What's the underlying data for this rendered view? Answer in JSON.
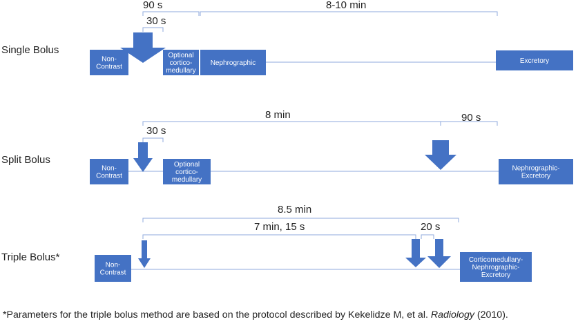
{
  "colors": {
    "phase_box": "#4472C4",
    "arrow": "#4472C4",
    "bracket": "#8FAADC",
    "axis_line": "#8FAADC",
    "text": "#222222"
  },
  "rows": [
    {
      "label": "Single Bolus",
      "boxes": [
        "Non-\nContrast",
        "Optional\ncortico-\nmedullary",
        "Nephrographic",
        "Excretory"
      ],
      "brackets": [
        "90 s",
        "30 s",
        "8-10 min"
      ]
    },
    {
      "label": "Split Bolus",
      "boxes": [
        "Non-\nContrast",
        "Optional\ncortico-\nmedullary",
        "Nephrographic-\nExcretory"
      ],
      "brackets": [
        "30 s",
        "8 min",
        "90 s"
      ]
    },
    {
      "label": "Triple Bolus*",
      "boxes": [
        "Non-\nContrast",
        "Corticomedullary-\nNephrographic-\nExcretory"
      ],
      "brackets": [
        "8.5 min",
        "7 min, 15 s",
        "20 s"
      ]
    }
  ],
  "footnote": {
    "before": "*Parameters for the triple bolus method are based on the protocol described by Kekelidze M, et al. ",
    "journal": "Radiology",
    "after": " (2010)."
  }
}
